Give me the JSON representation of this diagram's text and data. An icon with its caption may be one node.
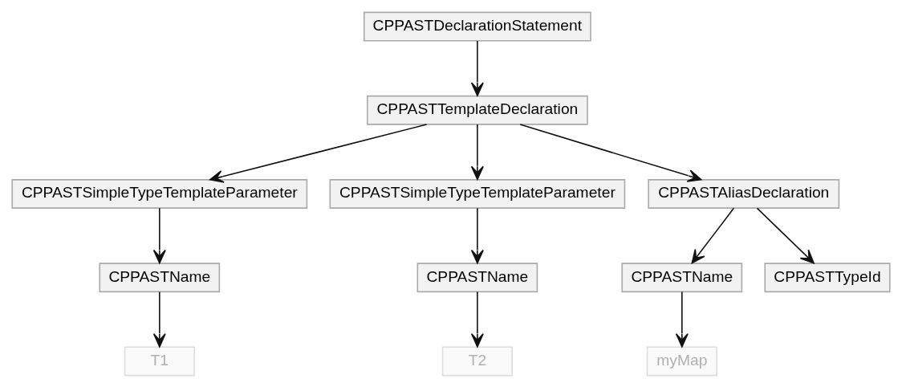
{
  "diagram": {
    "nodes": [
      {
        "text": [
          "CPPASTDeclarationStatement"
        ]
      },
      {
        "text": [
          "CPPASTTemplateDeclaration"
        ]
      },
      {
        "text": [
          "CPPASTSimpleTypeTemplateParameter"
        ]
      },
      {
        "text": [
          "CPPASTSimpleTypeTemplateParameter"
        ]
      },
      {
        "text": [
          "CPPASTAliasDeclaration"
        ]
      },
      {
        "text": [
          "CPPASTName"
        ]
      },
      {
        "text": [
          "CPPASTName"
        ]
      },
      {
        "text": [
          "CPPASTName"
        ]
      },
      {
        "text": [
          "CPPASTTypeId"
        ]
      },
      {
        "text": [
          "T1"
        ]
      },
      {
        "text": [
          "T2"
        ]
      },
      {
        "text": [
          "myMap"
        ]
      }
    ],
    "edges": [
      {
        "from": 0,
        "to": 1,
        "arrow": "to"
      },
      {
        "from": 1,
        "to": 2,
        "arrow": "to"
      },
      {
        "from": 1,
        "to": 3,
        "arrow": "to"
      },
      {
        "from": 1,
        "to": 4,
        "arrow": "to"
      },
      {
        "from": 2,
        "to": 5,
        "arrow": "to"
      },
      {
        "from": 3,
        "to": 6,
        "arrow": "to"
      },
      {
        "from": 4,
        "to": 7,
        "arrow": "to"
      },
      {
        "from": 4,
        "to": 8,
        "arrow": "to"
      },
      {
        "from": 5,
        "to": 9,
        "arrow": "to"
      },
      {
        "from": 6,
        "to": 10,
        "arrow": "to"
      },
      {
        "from": 7,
        "to": 11,
        "arrow": "to"
      }
    ]
  }
}
